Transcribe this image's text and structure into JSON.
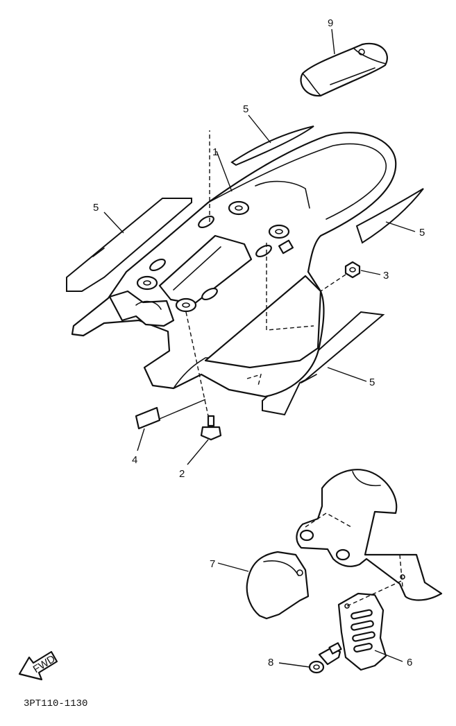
{
  "diagram": {
    "callouts": {
      "c1": "1",
      "c2": "2",
      "c3": "3",
      "c4": "4",
      "c5a": "5",
      "c5b": "5",
      "c5c": "5",
      "c5d": "5",
      "c6": "6",
      "c7": "7",
      "c8": "8",
      "c9": "9"
    },
    "fwd_label": "FWD",
    "drawing_code": "3PT110-1130",
    "line_color": "#111111",
    "background": "#ffffff"
  }
}
